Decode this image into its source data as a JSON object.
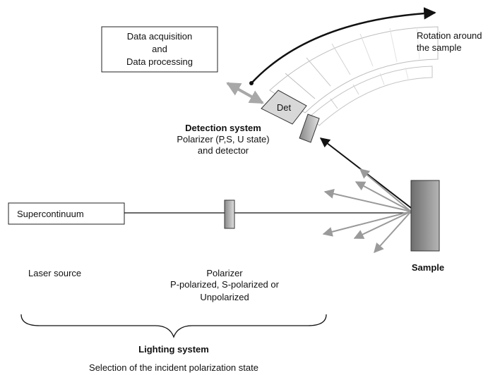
{
  "boxes": {
    "data_acquisition": [
      "Data acquisition",
      "and",
      "Data processing"
    ],
    "supercontinuum": "Supercontinuum",
    "detector_block": "Det"
  },
  "labels": {
    "rotation": [
      "Rotation around",
      "the sample"
    ],
    "detection_title": "Detection system",
    "detection_lines": [
      "Polarizer (P,S, U state)",
      "and detector"
    ],
    "laser_source": "Laser source",
    "polarizer": [
      "Polarizer",
      "P-polarized, S-polarized or",
      "Unpolarized"
    ],
    "sample": "Sample",
    "lighting_system": "Lighting system",
    "selection": "Selection of the incident polarization state"
  },
  "colors": {
    "line": "#111111",
    "scatter_arrows": "#9a9a9a",
    "double_arrow": "#a8a8a8",
    "sample_fill": "#8a8a8a"
  }
}
